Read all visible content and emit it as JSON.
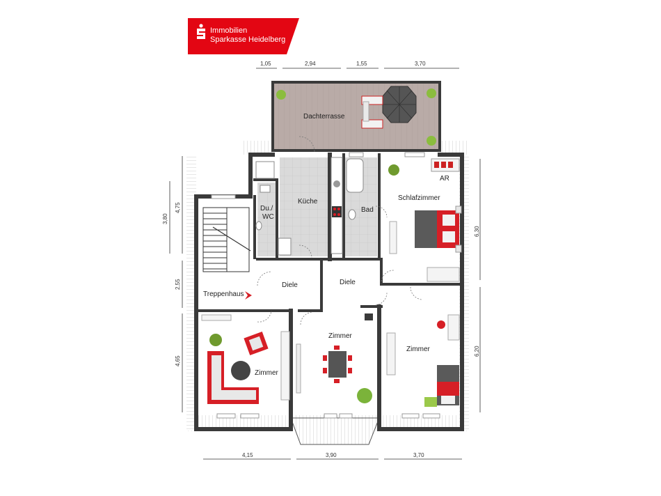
{
  "brand": {
    "line1": "Immobilien",
    "line2": "Sparkasse Heidelberg",
    "color": "#e30613"
  },
  "rooms": {
    "dachterrasse": "Dachterrasse",
    "kueche": "Küche",
    "duwc": [
      "Du./",
      "WC"
    ],
    "bad": "Bad",
    "schlafzimmer": "Schlafzimmer",
    "ar": "AR",
    "treppenhaus": "Treppenhaus",
    "diele1": "Diele",
    "diele2": "Diele",
    "zimmer_left": "Zimmer",
    "zimmer_mid": "Zimmer",
    "zimmer_right": "Zimmer"
  },
  "dimensions": {
    "top": [
      "1,05",
      "2,94",
      "1,55",
      "3,70"
    ],
    "bottom": [
      "4,15",
      "3,90",
      "3,70"
    ],
    "left": [
      "3,80",
      "4,75",
      "2,55",
      "4,65"
    ],
    "right": [
      "6,30",
      "6,20"
    ]
  },
  "colors": {
    "wall": "#3a3a3a",
    "terrace": "#b8aaa6",
    "tile": "#d9d9d9",
    "accent": "#d61f26",
    "plant": "#7bb33a"
  }
}
